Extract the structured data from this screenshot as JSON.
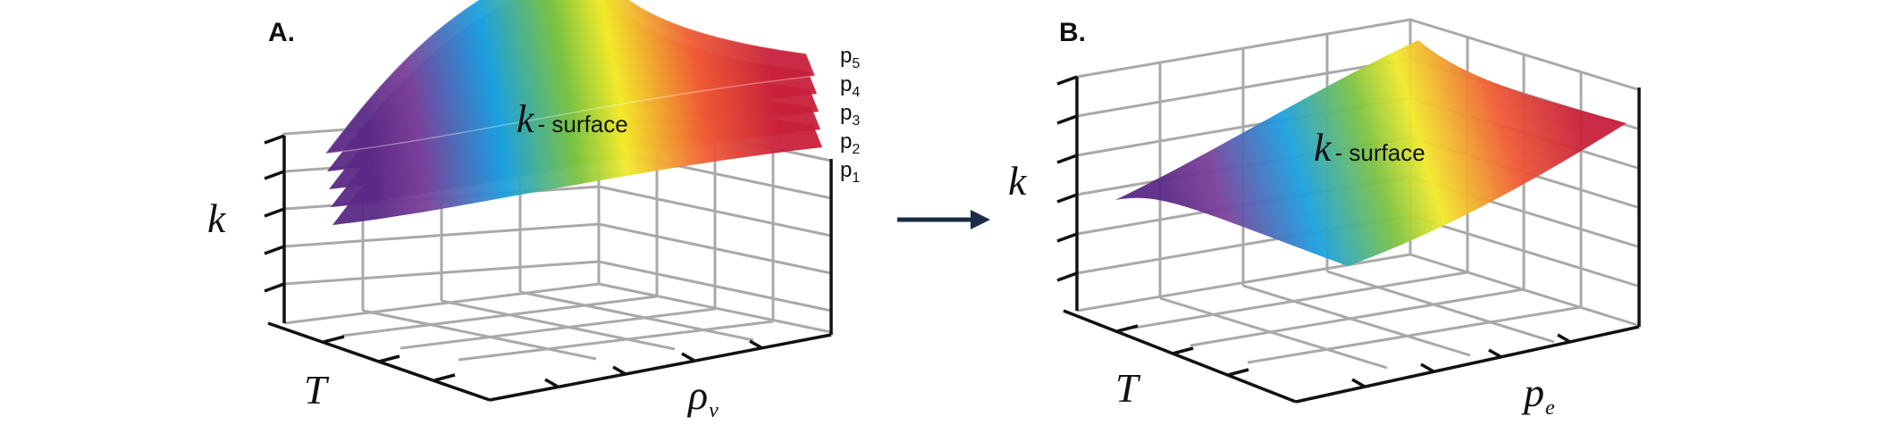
{
  "panel_a": {
    "label": "A.",
    "axis_vertical": "k",
    "axis_left": "T",
    "axis_right_main": "ρ",
    "axis_right_sub": "v",
    "surface_k": "k",
    "surface_word": "- surface",
    "pressure_labels": [
      {
        "main": "p",
        "sub": "5"
      },
      {
        "main": "p",
        "sub": "4"
      },
      {
        "main": "p",
        "sub": "3"
      },
      {
        "main": "p",
        "sub": "2"
      },
      {
        "main": "p",
        "sub": "1"
      }
    ]
  },
  "panel_b": {
    "label": "B.",
    "axis_vertical": "k",
    "axis_left": "T",
    "axis_right_main": "p",
    "axis_right_sub": "e",
    "surface_k": "k",
    "surface_word": "- surface"
  },
  "colors": {
    "arrow": "#1a2b45",
    "grid": "#a9a9a9",
    "axis": "#111111",
    "gradient": [
      "#5b2a86",
      "#1aa0e0",
      "#f2ea2a",
      "#ef5a35",
      "#c8203a"
    ]
  },
  "icons": {
    "transition": "right-arrow-icon"
  }
}
